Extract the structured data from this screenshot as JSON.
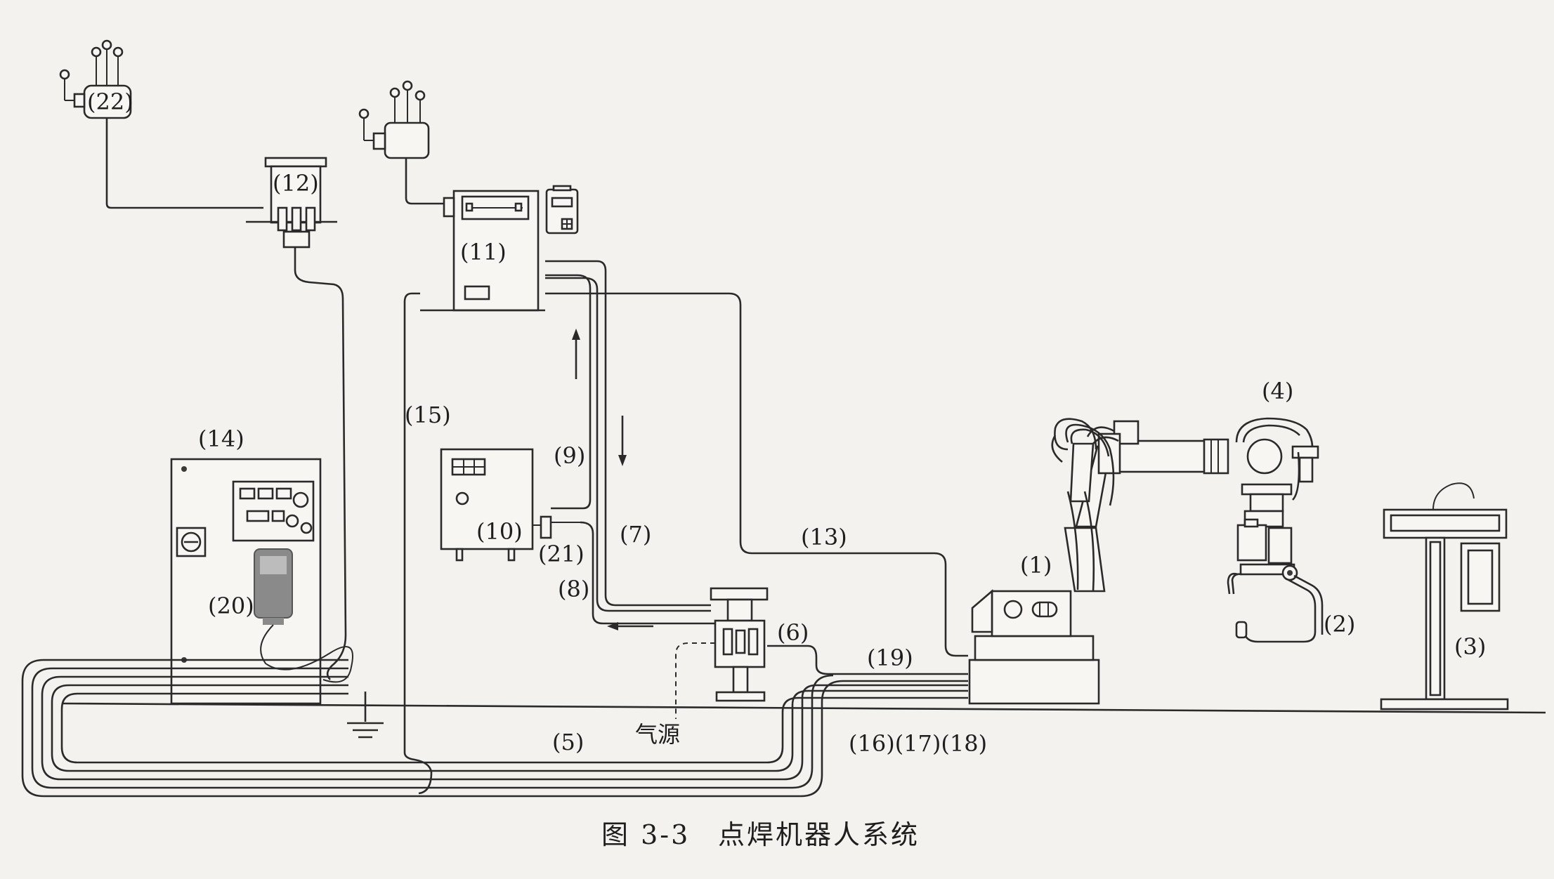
{
  "figure": {
    "caption_number": "图 3-3",
    "caption_title": "点焊机器人系统",
    "air_source_label": "气源"
  },
  "labels": {
    "n1": "(1)",
    "n2": "(2)",
    "n3": "(3)",
    "n4": "(4)",
    "n5": "(5)",
    "n6": "(6)",
    "n7": "(7)",
    "n8": "(8)",
    "n9": "(9)",
    "n10": "(10)",
    "n11": "(11)",
    "n12": "(12)",
    "n13": "(13)",
    "n14": "(14)",
    "n15": "(15)",
    "n16_18": "(16)(17)(18)",
    "n19": "(19)",
    "n20": "(20)",
    "n21": "(21)",
    "n22": "(22)"
  },
  "colors": {
    "line": "#2a2a2a",
    "paper": "#f4f2ee"
  }
}
